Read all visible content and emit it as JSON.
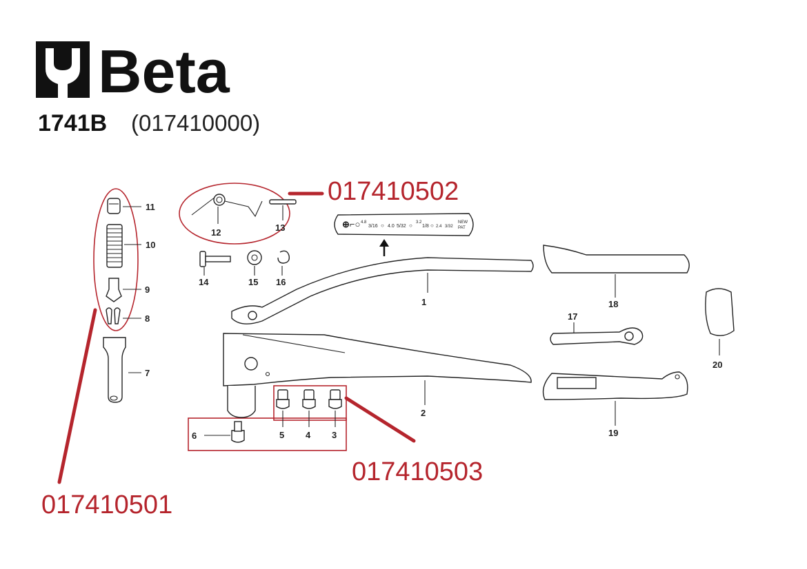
{
  "brand": {
    "logo_text": "Beta"
  },
  "header": {
    "model": "1741B",
    "code": "(017410000)"
  },
  "kits": [
    {
      "id": "k501",
      "label": "017410501"
    },
    {
      "id": "k502",
      "label": "017410502"
    },
    {
      "id": "k503",
      "label": "017410503"
    }
  ],
  "plate_text": {
    "t1": "4.8",
    "t2": "3/16",
    "t3": "4.0",
    "t4": "5/32",
    "t5": "3.2",
    "t6": "1/8",
    "t7": "2.4",
    "t8": "3/32",
    "t9": "NEW",
    "t10": "PAT"
  },
  "parts": {
    "p1": "1",
    "p2": "2",
    "p3": "3",
    "p4": "4",
    "p5": "5",
    "p6": "6",
    "p7": "7",
    "p8": "8",
    "p9": "9",
    "p10": "10",
    "p11": "11",
    "p12": "12",
    "p13": "13",
    "p14": "14",
    "p15": "15",
    "p16": "16",
    "p17": "17",
    "p18": "18",
    "p19": "19",
    "p20": "20"
  }
}
